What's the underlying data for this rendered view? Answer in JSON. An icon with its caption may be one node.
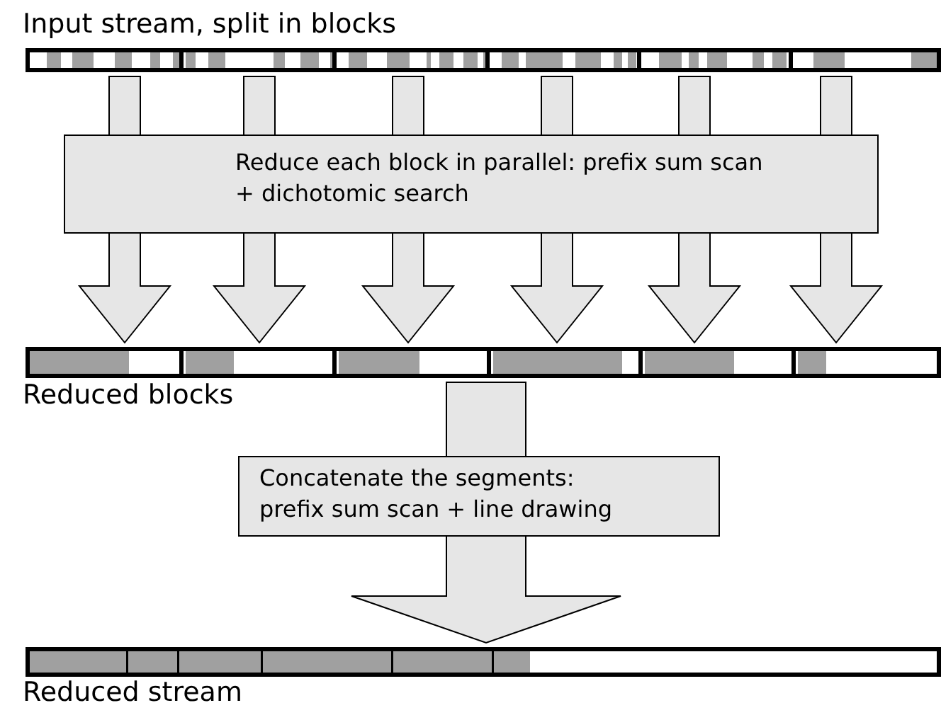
{
  "diagram": {
    "nodes": [
      {
        "text": [],
        "shape": "bar",
        "beside": [
          "Input stream, split in blocks"
        ]
      },
      {
        "text": [
          "Reduce each block in parallel: prefix sum scan + dichotomic search"
        ]
      },
      {
        "text": [],
        "shape": "bar",
        "beside": [
          "Reduced blocks"
        ]
      },
      {
        "text": [
          "Concatenate the segments: prefix sum scan + line drawing"
        ]
      },
      {
        "text": [],
        "shape": "bar",
        "beside": [
          "Reduced stream"
        ]
      }
    ],
    "edges": [
      {
        "from": 0,
        "to": 2,
        "arrow": "to"
      },
      {
        "from": 0,
        "to": 2,
        "arrow": "to"
      },
      {
        "from": 0,
        "to": 2,
        "arrow": "to"
      },
      {
        "from": 0,
        "to": 2,
        "arrow": "to"
      },
      {
        "from": 0,
        "to": 2,
        "arrow": "to"
      },
      {
        "from": 0,
        "to": 2,
        "arrow": "to"
      },
      {
        "from": 2,
        "to": 4,
        "arrow": "to"
      }
    ]
  }
}
